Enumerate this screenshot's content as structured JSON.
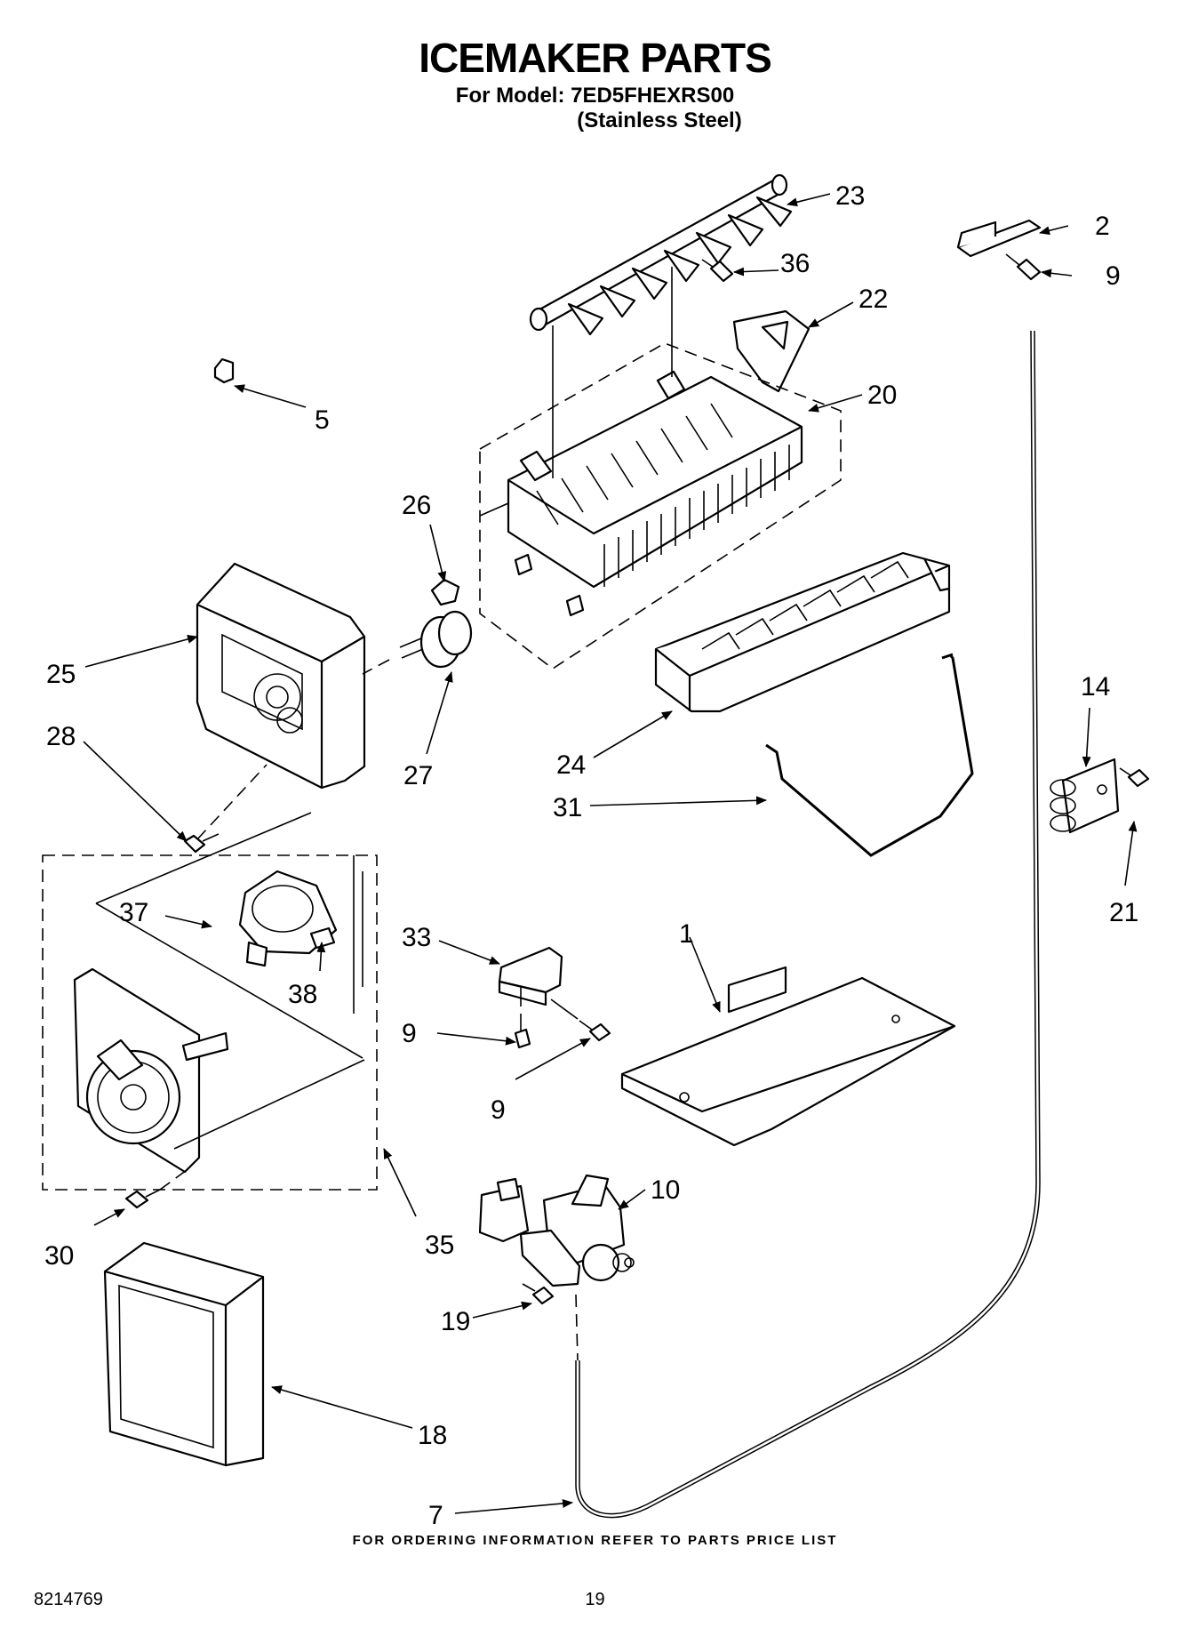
{
  "header": {
    "title": "ICEMAKER PARTS",
    "model_line": "For Model: 7ED5FHEXRS00",
    "finish_line": "(Stainless Steel)"
  },
  "footer": {
    "note": "FOR ORDERING INFORMATION REFER TO PARTS PRICE LIST",
    "doc_number": "8214769",
    "page_number": "19"
  },
  "callouts": {
    "c1": "1",
    "c2": "2",
    "c5": "5",
    "c7": "7",
    "c9a": "9",
    "c9b": "9",
    "c9c": "9",
    "c10": "10",
    "c14": "14",
    "c18": "18",
    "c19": "19",
    "c20": "20",
    "c21": "21",
    "c22": "22",
    "c23": "23",
    "c24": "24",
    "c25": "25",
    "c26": "26",
    "c27": "27",
    "c28": "28",
    "c30": "30",
    "c31": "31",
    "c33": "33",
    "c35": "35",
    "c36": "36",
    "c37": "37",
    "c38": "38"
  }
}
